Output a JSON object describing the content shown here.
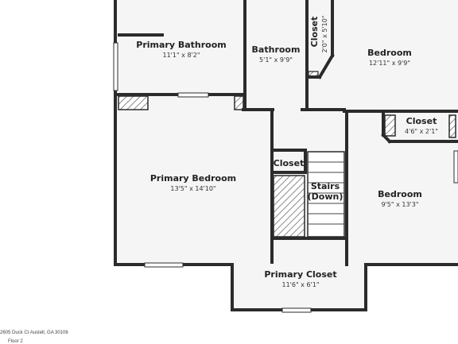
{
  "rooms": {
    "primary_bathroom": {
      "name": "Primary Bathroom",
      "dims": "11'1\" x 8'2\""
    },
    "bathroom": {
      "name": "Bathroom",
      "dims": "5'1\" x 9'9\""
    },
    "closet_vertical": {
      "name": "Closet",
      "dims": "2'0\" x 5'10\""
    },
    "bedroom_top": {
      "name": "Bedroom",
      "dims": "12'11\" x 9'9\""
    },
    "closet_right": {
      "name": "Closet",
      "dims": "4'6\" x 2'1\""
    },
    "primary_bedroom": {
      "name": "Primary Bedroom",
      "dims": "13'5\" x 14'10\""
    },
    "closet_small": {
      "name": "Closet"
    },
    "stairs": {
      "line1": "Stairs",
      "line2": "(Down)"
    },
    "bedroom_right": {
      "name": "Bedroom",
      "dims": "9'5\" x 13'3\""
    },
    "primary_closet": {
      "name": "Primary Closet",
      "dims": "11'6\" x 6'1\""
    }
  },
  "footer": {
    "address": "2605 Duck Ct Austell, GA 30106",
    "floor_label": "Floor 2"
  },
  "colors": {
    "wall": "#2b2b2b",
    "floor": "#f5f5f5",
    "hatch": "#555555"
  }
}
